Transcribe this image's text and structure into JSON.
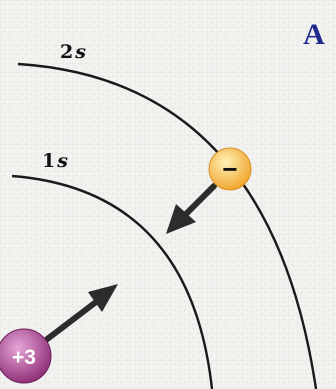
{
  "panel_label": "A",
  "orbits": [
    {
      "label_main": "2",
      "label_sub": "s"
    },
    {
      "label_main": "1",
      "label_sub": "s"
    }
  ],
  "electron": {
    "charge_label": "−"
  },
  "nucleus": {
    "charge_label": "+3"
  },
  "colors": {
    "background": "#f2f2f0",
    "grid": "#e2e2de",
    "orbit_line": "#1a1a1a",
    "panel_label": "#1f2a8c",
    "electron_light": "#fff1b8",
    "electron_dark": "#f0a832",
    "nucleus_light": "#e6a6d8",
    "nucleus_dark": "#8a2a72",
    "arrow": "#2c2c2c"
  }
}
